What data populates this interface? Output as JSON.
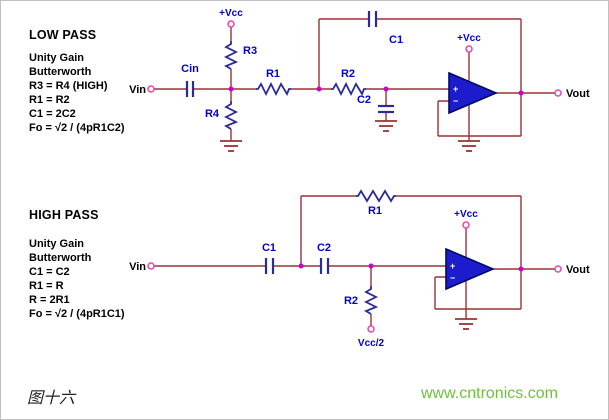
{
  "colors": {
    "wire": "#993333",
    "component": "#2a2a99",
    "component_label": "#0000cc",
    "opamp_fill": "#1c1ccc",
    "terminal_ring": "#ee44aa",
    "junction_dot": "#cc00cc",
    "website_green": "#6fbf3f"
  },
  "low_pass": {
    "title": "LOW PASS",
    "notes": [
      "Unity Gain",
      "Butterworth",
      "R3 = R4 (HIGH)",
      "R1 = R2",
      "C1 = 2C2",
      "Fo = √2 / (4pR1C2)"
    ],
    "labels": {
      "vin": "Vin",
      "vout": "Vout",
      "cin": "Cin",
      "vcc_bias": "+Vcc",
      "vcc_opamp": "+Vcc",
      "r1": "R1",
      "r2": "R2",
      "r3": "R3",
      "r4": "R4",
      "c1": "C1",
      "c2": "C2",
      "plus": "+",
      "minus": "−"
    }
  },
  "high_pass": {
    "title": "HIGH PASS",
    "notes": [
      "Unity Gain",
      "Butterworth",
      "C1 = C2",
      "R1 = R",
      "R = 2R1",
      "Fo = √2 / (4pR1C1)"
    ],
    "labels": {
      "vin": "Vin",
      "vout": "Vout",
      "vcc_opamp": "+Vcc",
      "vcc_half": "Vcc/2",
      "c1": "C1",
      "c2": "C2",
      "r1": "R1",
      "r2": "R2",
      "plus": "+",
      "minus": "−"
    }
  },
  "footer": {
    "caption": "图十六",
    "website": "www.cntronics.com"
  }
}
